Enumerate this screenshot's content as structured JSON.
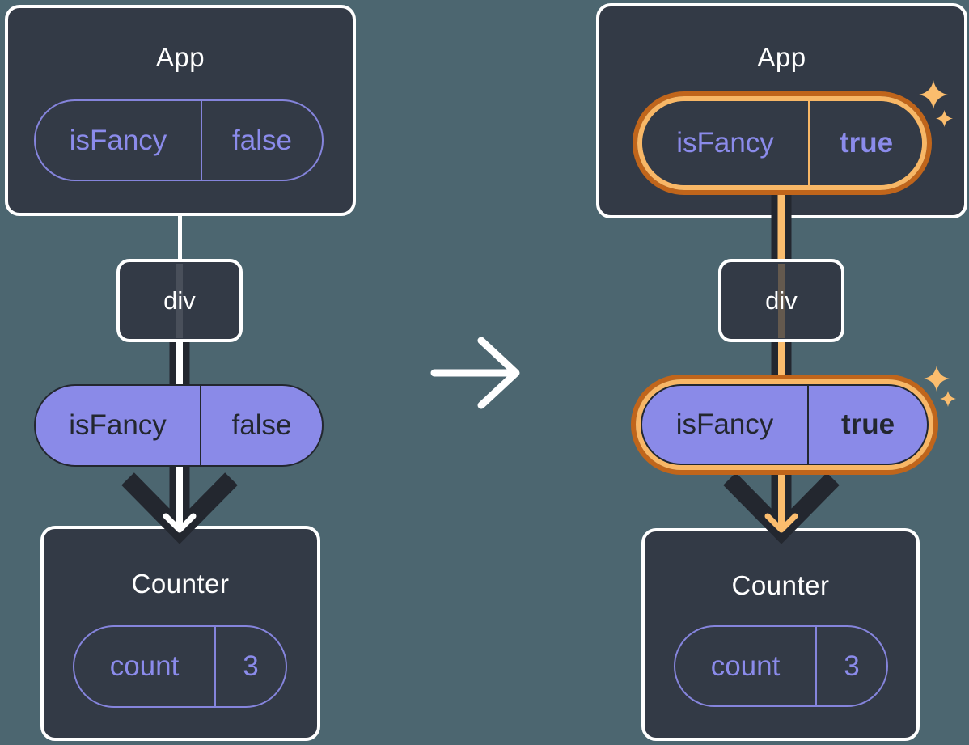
{
  "diagram_description": "React state transfer diagram: component tree before (isFancy false) and after (isFancy true) a state change",
  "colors": {
    "background": "#4C6670",
    "panel_dark": "#333A46",
    "ink_dark": "#23272F",
    "purple_fill": "#8A8AE8",
    "purple_text": "#8B8BEB",
    "purple_outline": "#8584DC",
    "orange_ring_dark": "#C0651B",
    "orange_ring_light": "#F8B766",
    "orange_arrow": "#FBBD6E",
    "white": "#FFFFFF"
  },
  "left": {
    "app": {
      "title": "App",
      "pill": {
        "key": "isFancy",
        "value": "false"
      }
    },
    "div_node": {
      "label": "div"
    },
    "state_pill": {
      "key": "isFancy",
      "value": "false"
    },
    "counter": {
      "title": "Counter",
      "pill": {
        "key": "count",
        "value": "3"
      }
    }
  },
  "right": {
    "app": {
      "title": "App",
      "pill": {
        "key": "isFancy",
        "value": "true"
      }
    },
    "div_node": {
      "label": "div"
    },
    "state_pill": {
      "key": "isFancy",
      "value": "true"
    },
    "counter": {
      "title": "Counter",
      "pill": {
        "key": "count",
        "value": "3"
      }
    }
  },
  "transition": {
    "icon": "arrow-right-icon"
  }
}
